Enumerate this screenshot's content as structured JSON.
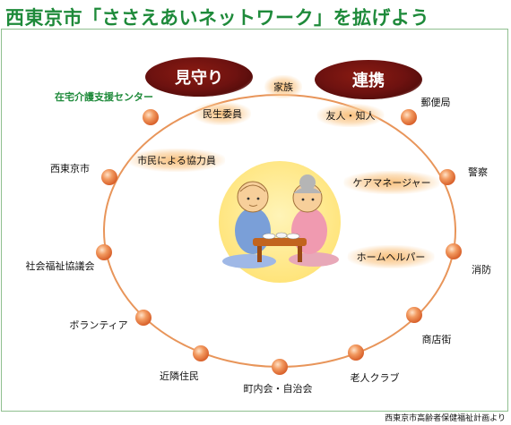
{
  "title": "西東京市「ささえあいネットワーク」を拡げよう",
  "pills": {
    "left": "見守り",
    "right": "連携"
  },
  "nodes": [
    "在宅介護支援センター",
    "郵便局",
    "警察",
    "消防",
    "商店街",
    "老人クラブ",
    "町内会・自治会",
    "近隣住民",
    "ボランティア",
    "社会福祉協議会",
    "西東京市"
  ],
  "inner": [
    "家族",
    "民生委員",
    "友人・知人",
    "市民による協力員",
    "ケアマネージャー",
    "ホームヘルパー"
  ],
  "source": "西東京市高齢者保健福祉計画より",
  "colors": {
    "title_green": "#1e8a3a",
    "ring": "#e8955a",
    "node": "#ee8a52",
    "pill": "#7a1612",
    "center_disc": "#ffe98a"
  }
}
